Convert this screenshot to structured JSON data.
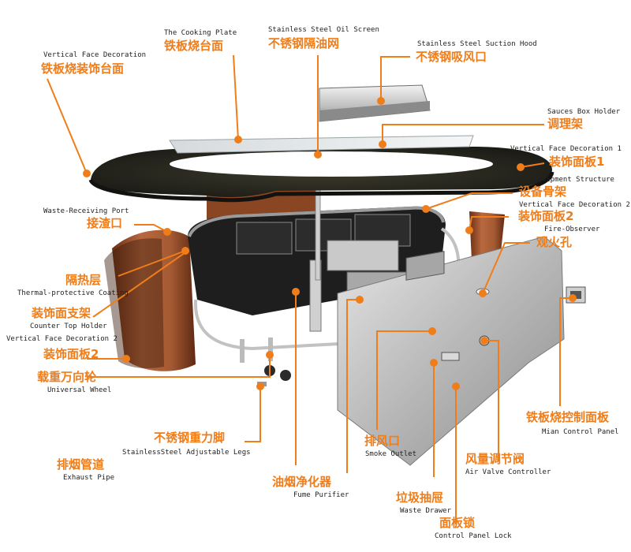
{
  "accent_color": "#ef7d1a",
  "wood_color": "#a55a33",
  "steel_color": "#b8b8b8",
  "countertop_color": "#2a2a22",
  "labels": {
    "vertical_face_decoration": {
      "en": "Vertical Face Decoration",
      "zh": "铁板烧装饰台面"
    },
    "cooking_plate": {
      "en": "The Cooking Plate",
      "zh": "铁板烧台面"
    },
    "oil_screen": {
      "en": "Stainless Steel Oil Screen",
      "zh": "不锈钢隔油网"
    },
    "suction_hood": {
      "en": "Stainless Steel Suction Hood",
      "zh": "不锈钢吸风口"
    },
    "sauces_box_holder": {
      "en": "Sauces Box Holder",
      "zh": "调理架"
    },
    "vertical_face_decoration_1": {
      "en": "Vertical Face Decoration 1",
      "zh": "装饰面板1"
    },
    "equipment_structure": {
      "en": "Equipment Structure",
      "zh": "设备骨架"
    },
    "vertical_face_decoration_2_right": {
      "en": "Vertical Face Decoration 2",
      "zh": "装饰面板2"
    },
    "fire_observer": {
      "en": "Fire-Observer",
      "zh": "观火孔"
    },
    "waste_receiving_port": {
      "en": "Waste-Receiving Port",
      "zh": "接渣口"
    },
    "thermal_coating": {
      "en": "Thermal-protective Coating",
      "zh": "隔热层"
    },
    "counter_top_holder": {
      "en": "Counter Top Holder",
      "zh": "装饰面支架"
    },
    "vertical_face_decoration_2_left": {
      "en": "Vertical Face Decoration 2",
      "zh": "装饰面板2"
    },
    "universal_wheel": {
      "en": "Universal Wheel",
      "zh": "载重万向轮"
    },
    "adjustable_legs": {
      "en": "StainlessSteel Adjustable Legs",
      "zh": "不锈钢重力脚"
    },
    "exhaust_pipe": {
      "en": "Exhaust Pipe",
      "zh": "排烟管道"
    },
    "fume_purifier": {
      "en": "Fume Purifier",
      "zh": "油烟净化器"
    },
    "smoke_outlet": {
      "en": "Smoke Outlet",
      "zh": "排风口"
    },
    "air_valve_controller": {
      "en": "Air Valve Controller",
      "zh": "风量调节阀"
    },
    "main_control_panel": {
      "en": "Mian Control Panel",
      "zh": "铁板烧控制面板"
    },
    "waste_drawer": {
      "en": "Waste Drawer",
      "zh": "垃圾抽屉"
    },
    "control_panel_lock": {
      "en": "Control Panel Lock",
      "zh": "面板锁"
    }
  }
}
